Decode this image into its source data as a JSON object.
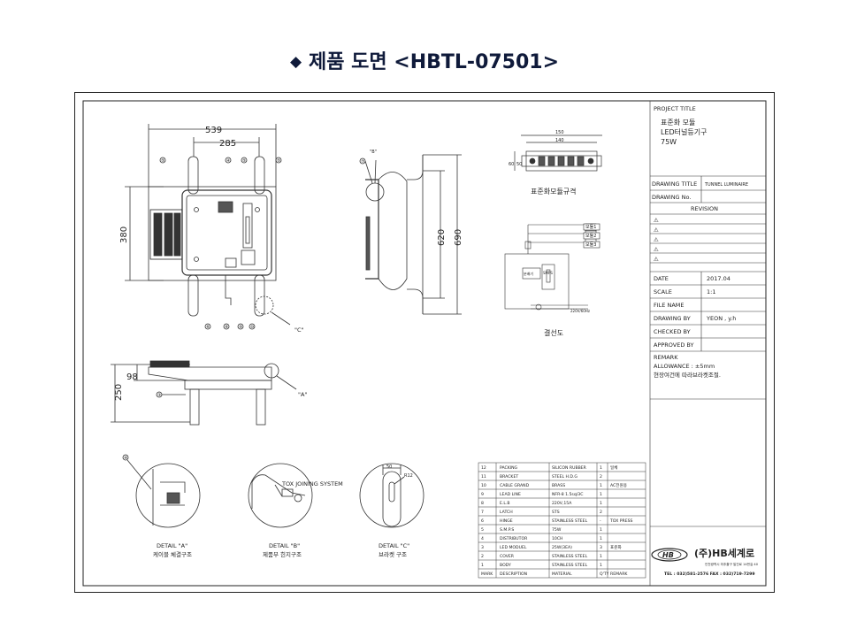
{
  "page": {
    "title_symbol": "◆",
    "title": "제품 도면 <HBTL-07501>"
  },
  "dimensions": {
    "overall_width": "539",
    "bracket_spacing": "285",
    "height_front": "380",
    "side_offset": "98",
    "height_bottom": "250",
    "height_inner": "620",
    "height_outer": "690",
    "module_width_outer": "150",
    "module_width_inner": "140",
    "module_height_outer": "60",
    "module_height_inner": "50",
    "detail_c_width": "50",
    "detail_c_radius": "R12"
  },
  "callouts": {
    "front_top": [
      "⑤",
      "④",
      "⑤",
      "⑤"
    ],
    "front_bottom": [
      "⑥",
      "⑧",
      "⑨",
      "⑩"
    ],
    "side_top": [
      "⑦",
      "\"B\""
    ],
    "bottom_view": "③",
    "detail_a": "④",
    "c_pointer": "\"C\"",
    "a_pointer": "\"A\""
  },
  "views": {
    "standard_module": "표준화모듈규격",
    "wiring": "결선도",
    "wiring_boxes": [
      "모듈1",
      "모듈2",
      "모듈3"
    ],
    "wiring_parts": [
      "분배기",
      "SMPS",
      "220V/60Hz"
    ],
    "detail_a": {
      "label": "DETAIL \"A\"",
      "sub": "케이블 체결구조"
    },
    "detail_b": {
      "label": "DETAIL \"B\"",
      "sub": "제품부 힌지구조",
      "note": "TOX JOINING SYSTEM"
    },
    "detail_c": {
      "label": "DETAIL \"C\"",
      "sub": "브라켓 구조"
    }
  },
  "title_block": {
    "project_title_label": "PROJECT TITLE",
    "project_lines": [
      "표준화 모듈",
      "LED터널등기구",
      "75W"
    ],
    "drawing_title_label": "DRAWING TITLE",
    "drawing_title_value": "TUNNEL LUMINAIRE",
    "drawing_no_label": "DRAWING No.",
    "revision_label": "REVISION",
    "revision_symbol": "⚠",
    "date_label": "DATE",
    "date_value": "2017.04",
    "scale_label": "SCALE",
    "scale_value": "1:1",
    "file_name_label": "FILE NAME",
    "drawing_by_label": "DRAWING BY",
    "drawing_by_value": "YEON , y.h",
    "checked_by_label": "CHECKED BY",
    "approved_by_label": "APPROVED BY",
    "remark_label": "REMARK",
    "remark_lines": [
      "ALLOWANCE : ±5mm",
      "현장여건에 따라브라켓조절."
    ]
  },
  "parts_list": {
    "headers": [
      "MARK",
      "DESCRIPTION",
      "MATERIAL",
      "Q'TY",
      "REMARK"
    ],
    "rows": [
      [
        "12",
        "PACKING",
        "SILICON RUBBER",
        "1",
        "일체"
      ],
      [
        "11",
        "BRACKET",
        "STEEL H.D.G",
        "2",
        ""
      ],
      [
        "10",
        "CABLE GRAND",
        "BRASS",
        "1",
        "AC전원용"
      ],
      [
        "9",
        "LEAD LINE",
        "NFR-8 1.5sq/3C",
        "1",
        ""
      ],
      [
        "8",
        "E.L.B",
        "220V,15A",
        "1",
        ""
      ],
      [
        "7",
        "LATCH",
        "STS",
        "2",
        ""
      ],
      [
        "6",
        "HINGE",
        "STAINLESS STEEL",
        "-",
        "TOX PRESS"
      ],
      [
        "5",
        "S.M.P.S",
        "75W",
        "1",
        ""
      ],
      [
        "4",
        "DISTRIBUTOR",
        "10CH",
        "1",
        ""
      ],
      [
        "3",
        "LED MODUEL",
        "25W(3EA)",
        "3",
        "표준화"
      ],
      [
        "2",
        "COVER",
        "STAINLESS STEEL",
        "1",
        ""
      ],
      [
        "1",
        "BODY",
        "STAINLESS STEEL",
        "1",
        ""
      ]
    ]
  },
  "company": {
    "logo_text": "HB",
    "name": "(주)HB세계로",
    "address": "인천광역시 미추홀구 일진로 14번길 40",
    "contact": "TEL : 032)581-2576   FAX : 032)719-7299"
  }
}
